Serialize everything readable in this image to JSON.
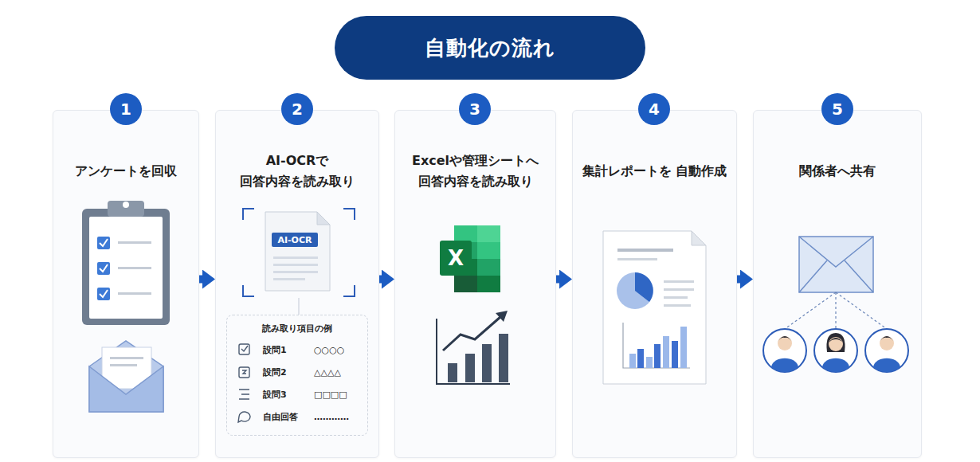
{
  "diagram": {
    "title": "自動化の流れ",
    "nodes": [
      {
        "text": [
          "1"
        ]
      },
      {
        "text": [
          "アンケートを回収"
        ]
      },
      {
        "text": [
          "2"
        ]
      },
      {
        "text": [
          "AI-OCRで 回答内容を読み取り"
        ]
      },
      {
        "text": [
          "AI-OCR"
        ],
        "in": 3
      },
      {
        "text": [
          "読み取り項目の例",
          "設問1",
          "○○○○",
          "設問2",
          "△△△△",
          "設問3",
          "□□□□",
          "自由回答",
          "…………"
        ],
        "in": 3
      },
      {
        "text": [
          "3"
        ]
      },
      {
        "text": [
          "Excelや管理シートへ 回答内容を読み取り"
        ]
      },
      {
        "text": [
          "X"
        ],
        "in": 7
      },
      {
        "text": [
          "4"
        ]
      },
      {
        "text": [
          "集計レポートを 自動作成"
        ]
      },
      {
        "text": [
          "5"
        ]
      },
      {
        "text": [
          "関係者へ共有"
        ]
      }
    ],
    "edges": [
      {
        "from": 1,
        "to": 3,
        "arrow": "to"
      },
      {
        "from": 3,
        "to": 7,
        "arrow": "to"
      },
      {
        "from": 7,
        "to": 10,
        "arrow": "to"
      },
      {
        "from": 10,
        "to": 12,
        "arrow": "to"
      }
    ]
  }
}
